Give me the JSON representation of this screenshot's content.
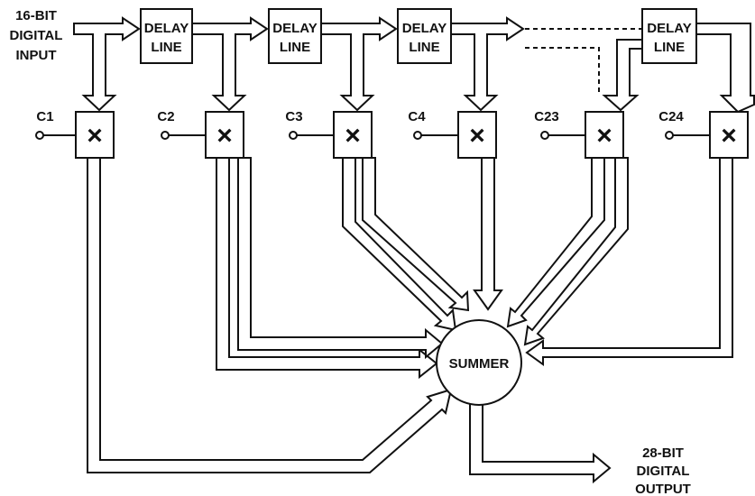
{
  "input_label": [
    "16-BIT",
    "DIGITAL",
    "INPUT"
  ],
  "output_label": [
    "28-BIT",
    "DIGITAL",
    "OUTPUT"
  ],
  "delay_label": [
    "DELAY",
    "LINE"
  ],
  "multiplier_symbol": "×",
  "summer_label": "SUMMER",
  "coefficients": [
    "C1",
    "C2",
    "C3",
    "C4",
    "C23",
    "C24"
  ]
}
